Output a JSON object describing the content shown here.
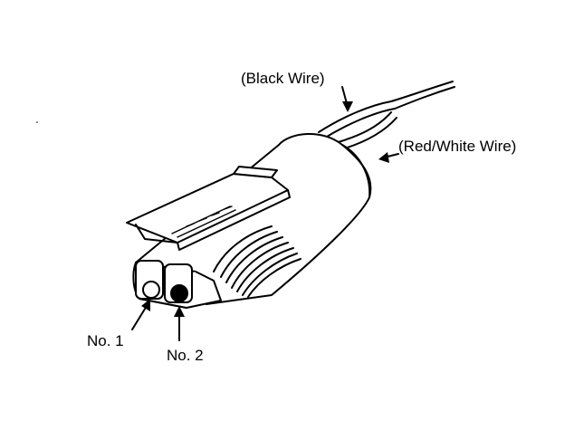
{
  "labels": {
    "black_wire": "(Black Wire)",
    "red_white_wire": "(Red/White Wire)",
    "terminal_1": "No. 1",
    "terminal_2": "No. 2"
  },
  "colors": {
    "ink": "#000000",
    "paper": "#ffffff"
  }
}
